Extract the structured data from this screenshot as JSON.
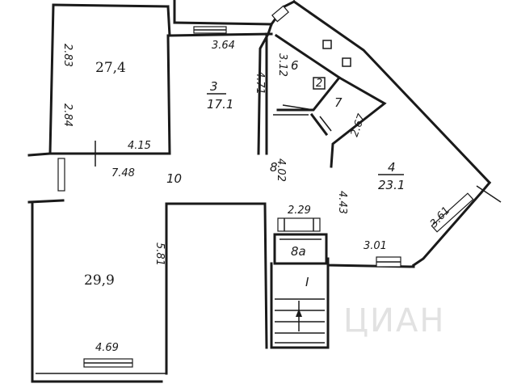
{
  "rooms": {
    "room_1_area": "27,4",
    "room_2_area": "29,9",
    "room_3_number": "3",
    "room_3_area": "17.1",
    "room_4_number": "4",
    "room_4_area": "23.1",
    "room_6_number": "6",
    "room_7_number": "7",
    "room_8_number": "8",
    "room_8a_number": "8a",
    "room_10_number": "10",
    "stair_label": "I",
    "small_box_label": "2"
  },
  "dimensions": {
    "d283": "2.83",
    "d284": "2.84",
    "d415": "4.15",
    "d748": "7.48",
    "d364": "3.64",
    "d471": "4.71",
    "d312": "3.12",
    "d267": "2.67",
    "d402": "4.02",
    "d443": "4.43",
    "d229": "2.29",
    "d301": "3.01",
    "d361": "3.61",
    "d581": "5.81",
    "d469": "4.69"
  },
  "watermark": "ЦИАН"
}
